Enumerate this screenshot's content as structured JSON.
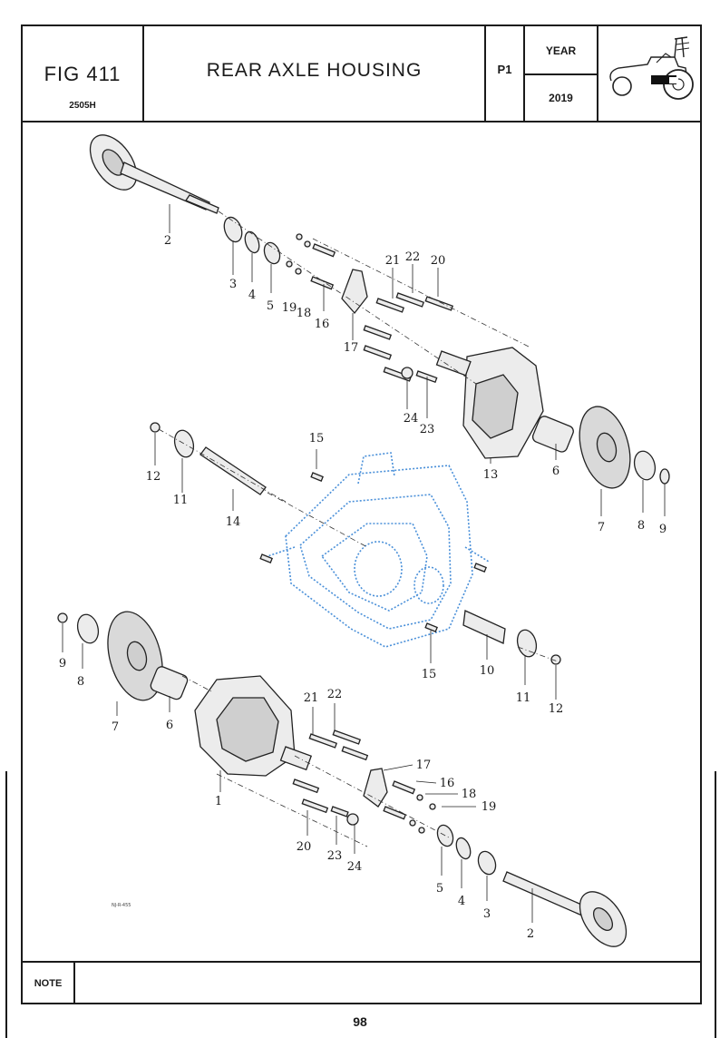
{
  "header": {
    "fig_label": "FIG 411",
    "model": "2505H",
    "title": "REAR AXLE HOUSING",
    "page_code": "P1",
    "year_label": "YEAR",
    "year_value": "2019"
  },
  "diagram": {
    "part_numbers": [
      "1",
      "2",
      "3",
      "4",
      "5",
      "6",
      "7",
      "8",
      "9",
      "10",
      "11",
      "12",
      "13",
      "14",
      "15",
      "16",
      "17",
      "18",
      "19",
      "20",
      "21",
      "22",
      "23",
      "24"
    ],
    "drawing_code": "NJ-R-455"
  },
  "footer": {
    "note_label": "NOTE",
    "note_text": "",
    "page_number": "98"
  },
  "colors": {
    "ink": "#1a1a1a",
    "housing_blue": "#4a90d9"
  }
}
